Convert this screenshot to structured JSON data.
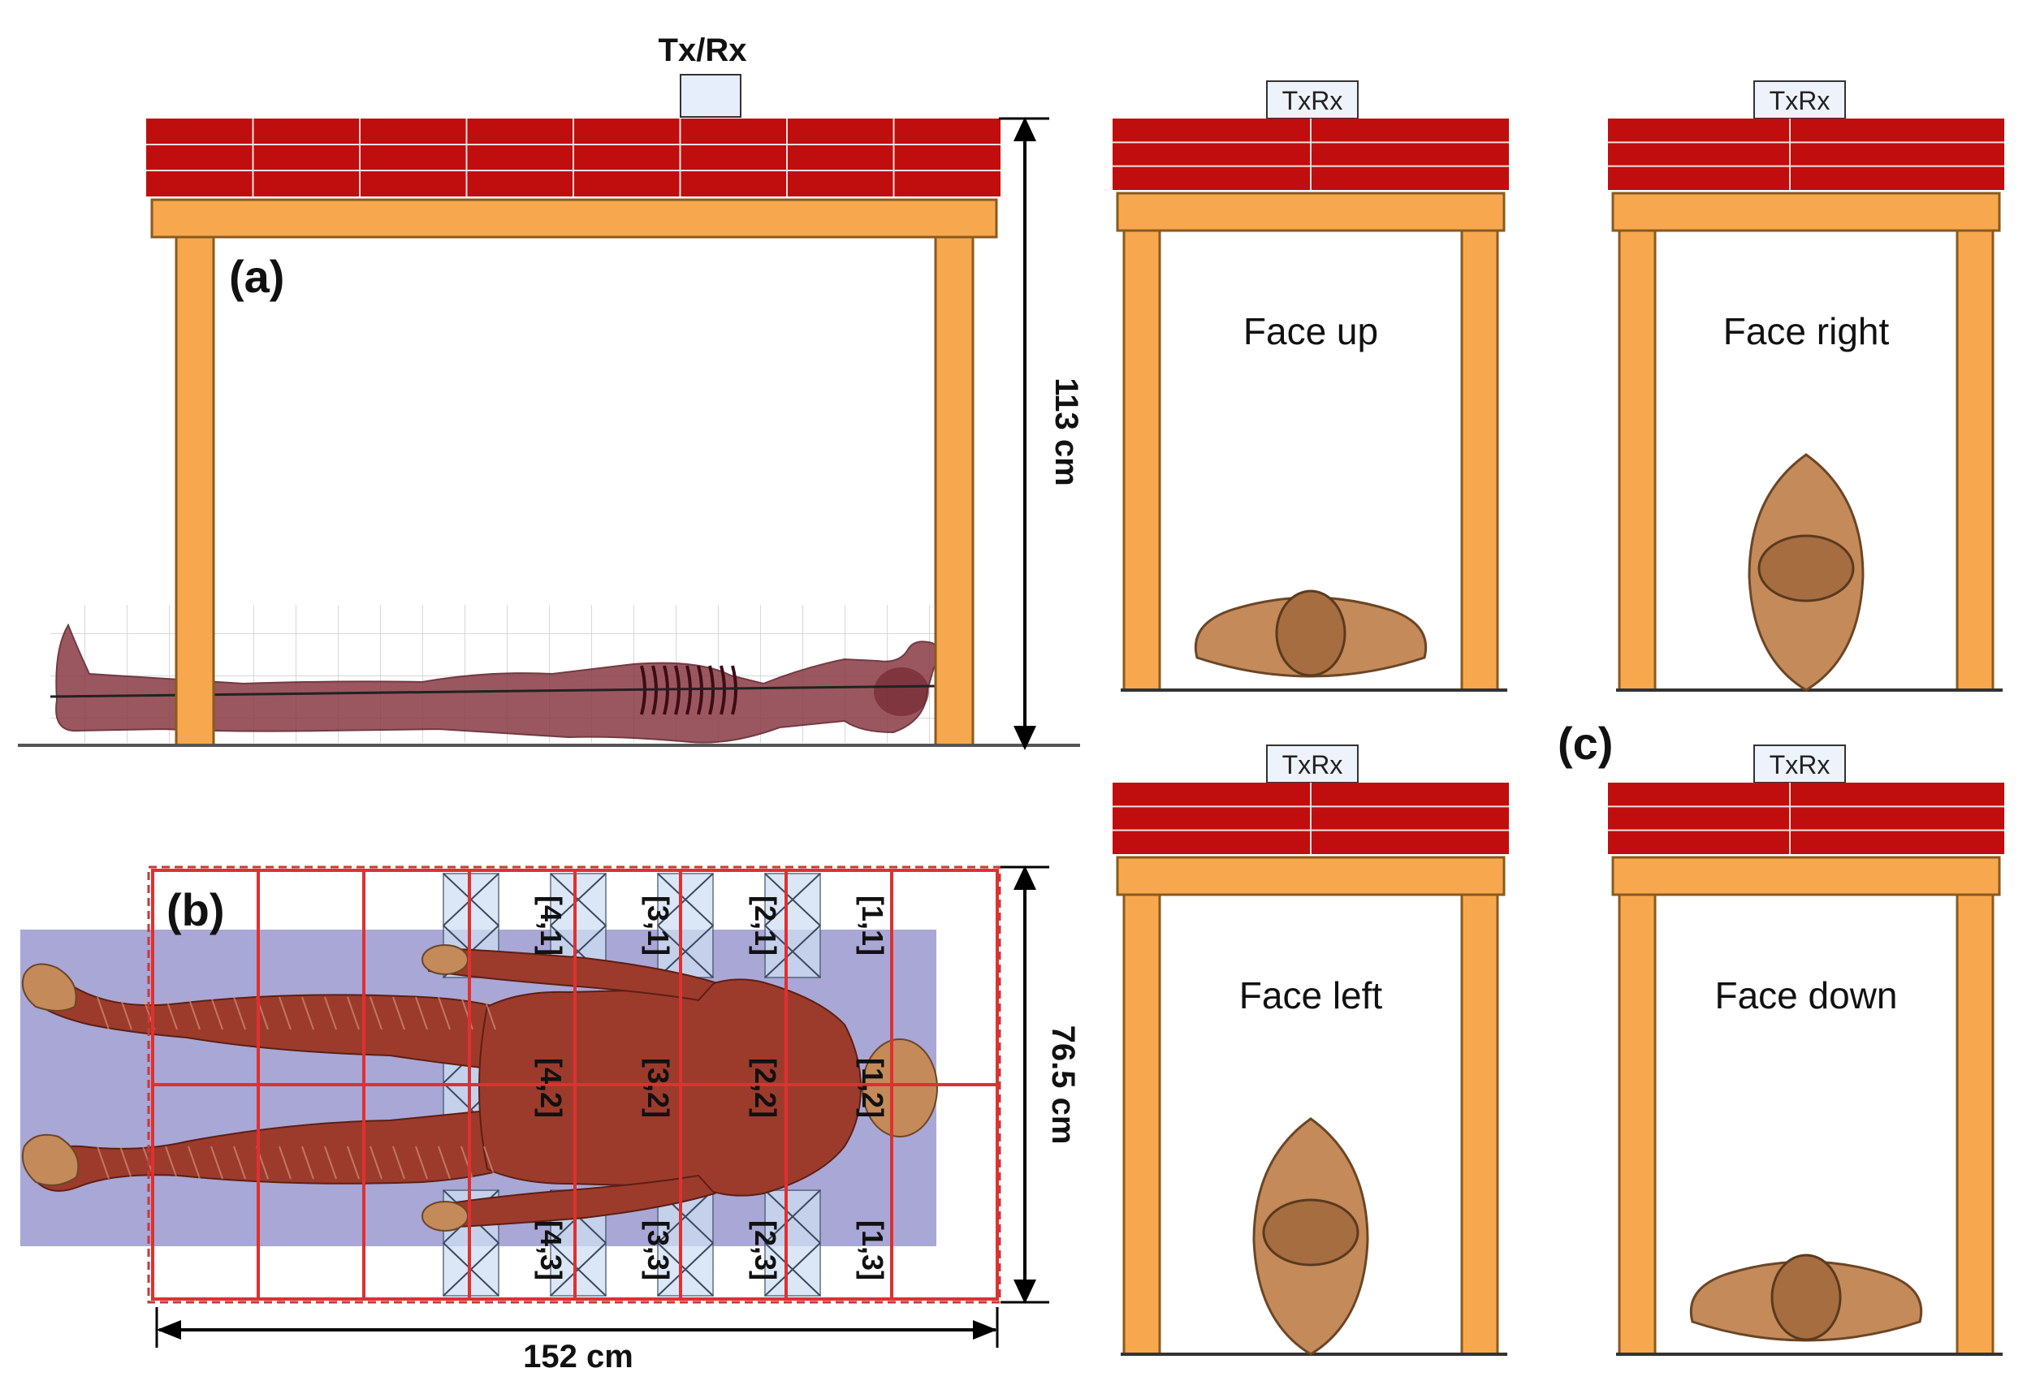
{
  "panel_a": {
    "label": "(a)",
    "antenna_label": "Tx/Rx",
    "height_dimension": "113 cm"
  },
  "panel_b": {
    "label": "(b)",
    "width_dimension": "76.5 cm",
    "length_dimension": "152 cm",
    "cell_labels": [
      "[1,1]",
      "[2,1]",
      "[3,1]",
      "[4,1]",
      "[1,2]",
      "[2,2]",
      "[3,2]",
      "[4,2]",
      "[1,3]",
      "[2,3]",
      "[3,3]",
      "[4,3]"
    ]
  },
  "panel_c": {
    "label": "(c)",
    "views": [
      {
        "antenna_label": "TxRx",
        "title": "Face up"
      },
      {
        "antenna_label": "TxRx",
        "title": "Face right"
      },
      {
        "antenna_label": "TxRx",
        "title": "Face left"
      },
      {
        "antenna_label": "TxRx",
        "title": "Face down"
      }
    ]
  },
  "colors": {
    "antenna_array": "#c00d0d",
    "frame": "#f7a84f",
    "frame_stroke": "#8a5a1e",
    "grid_line": "#e03030",
    "mat": "#a9a7d6",
    "cell_fill": "#cfe0f3",
    "body_skin": "#c48a5a",
    "muscle": "#9c3b2c",
    "skeleton_body": "#8a3a44"
  }
}
